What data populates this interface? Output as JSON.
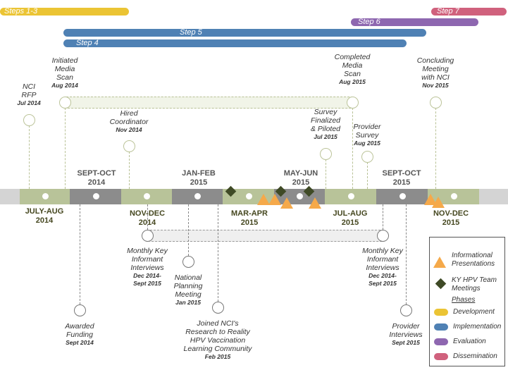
{
  "colors": {
    "development": "#ebc434",
    "implementation": "#4f81b4",
    "evaluation": "#8e67b0",
    "dissemination": "#d0617d",
    "timeline_green": "#b8c399",
    "timeline_gray": "#8c8c8c",
    "timeline_light": "#d4d4d4",
    "presentation": "#f5a94a",
    "meeting": "#3f4a26"
  },
  "phases": [
    {
      "label": "Steps 1-3",
      "phase": "development"
    },
    {
      "label": "Step 7",
      "phase": "dissemination"
    },
    {
      "label": "Step 6",
      "phase": "evaluation"
    },
    {
      "label": "Step 5",
      "phase": "implementation"
    },
    {
      "label": "Step 4",
      "phase": "implementation"
    }
  ],
  "periods_above": [
    {
      "line1": "SEPT-OCT",
      "line2": "2014"
    },
    {
      "line1": "JAN-FEB",
      "line2": "2015"
    },
    {
      "line1": "MAY-JUN",
      "line2": "2015"
    },
    {
      "line1": "SEPT-OCT",
      "line2": "2015"
    }
  ],
  "periods_below": [
    {
      "line1": "JULY-AUG",
      "line2": "2014"
    },
    {
      "line1": "NOV-DEC",
      "line2": "2014"
    },
    {
      "line1": "MAR-APR",
      "line2": "2015"
    },
    {
      "line1": "JUL-AUG",
      "line2": "2015"
    },
    {
      "line1": "NOV-DEC",
      "line2": "2015"
    }
  ],
  "events_above": [
    {
      "title": [
        "NCI",
        "RFP"
      ],
      "date": "Jul 2014"
    },
    {
      "title": [
        "Initiated",
        "Media",
        "Scan"
      ],
      "date": "Aug 2014"
    },
    {
      "title": [
        "Hired",
        "Coordinator"
      ],
      "date": "Nov 2014"
    },
    {
      "title": [
        "Survey",
        "Finalized",
        "& Piloted"
      ],
      "date": "Jul 2015"
    },
    {
      "title": [
        "Completed",
        "Media",
        "Scan"
      ],
      "date": "Aug 2015"
    },
    {
      "title": [
        "Provider",
        "Survey"
      ],
      "date": "Aug 2015"
    },
    {
      "title": [
        "Concluding",
        "Meeting",
        "with NCI"
      ],
      "date": "Nov 2015"
    }
  ],
  "events_below": [
    {
      "title": [
        "Monthly Key",
        "Informant",
        "Interviews"
      ],
      "date": "Dec 2014-\nSept 2015"
    },
    {
      "title": [
        "National",
        "Planning",
        "Meeting"
      ],
      "date": "Jan 2015"
    },
    {
      "title": [
        "Awarded",
        "Funding"
      ],
      "date": "Sept 2014"
    },
    {
      "title": [
        "Joined NCI's",
        "Research to Reality",
        "HPV Vaccination",
        "Learning Community"
      ],
      "date": "Feb 2015"
    },
    {
      "title": [
        "Monthly Key",
        "Informant",
        "Interviews"
      ],
      "date": "Dec 2014-\nSept 2015"
    },
    {
      "title": [
        "Provider",
        "Interviews"
      ],
      "date": "Sept 2015"
    }
  ],
  "legend": {
    "presentations": "Informational\nPresentations",
    "meetings": "KY HPV Team\nMeetings",
    "phases_heading": "Phases",
    "development": "Development",
    "implementation": "Implementation",
    "evaluation": "Evaluation",
    "dissemination": "Dissemination"
  }
}
